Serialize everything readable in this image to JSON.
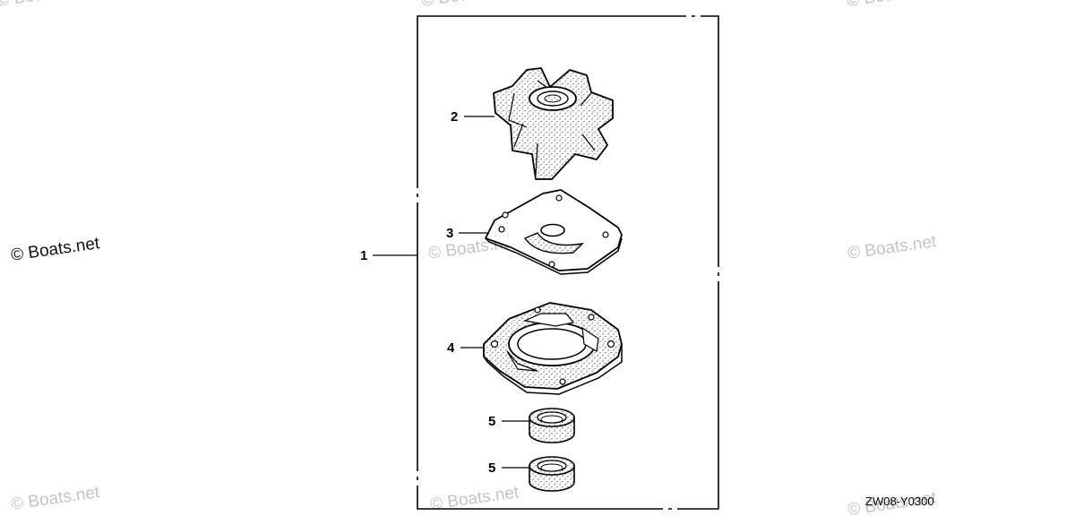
{
  "watermark_text": "© Boats.net",
  "diagram_code": "ZW08-Y0300",
  "callouts": {
    "kit": "1",
    "impeller": "2",
    "plate": "3",
    "gasket": "4",
    "seal_upper": "5",
    "seal_lower": "5"
  }
}
